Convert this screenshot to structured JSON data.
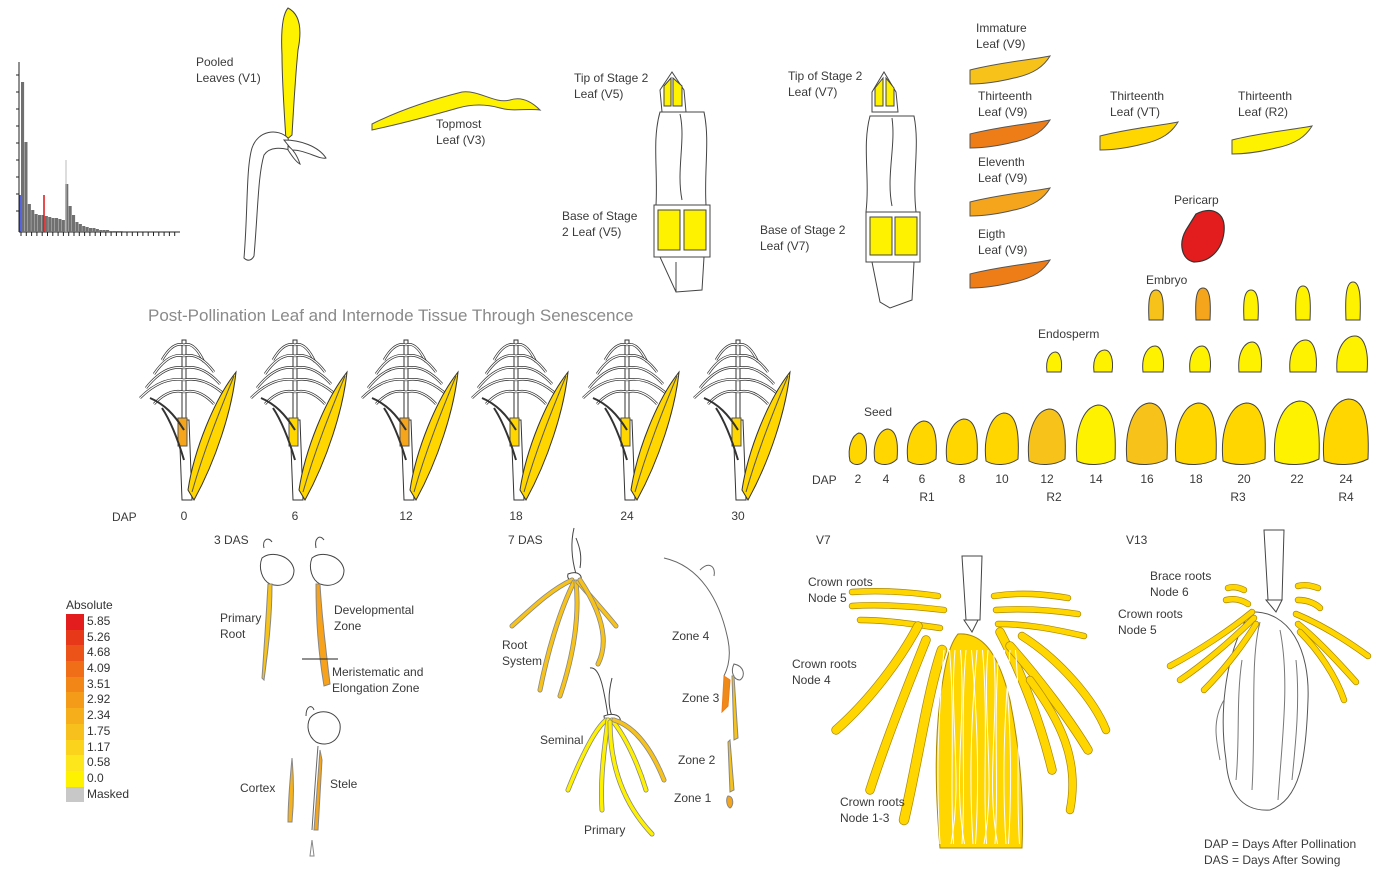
{
  "colors": {
    "outline": "#222222",
    "yellow": "#fff200",
    "yellow_orange": "#ffd600",
    "amber": "#f7c21a",
    "light_orange": "#f4a51c",
    "orange": "#ef7d17",
    "red": "#e31d1d",
    "masked": "#c8c8c8",
    "histogram_bar": "#707070",
    "hist_blue": "#1a2fd6",
    "hist_red": "#e01010"
  },
  "title": "Post-Pollination Leaf and Internode Tissue Through Senescence",
  "legend": {
    "title": "Absolute",
    "items": [
      {
        "label": "5.85",
        "color": "#e31d1d"
      },
      {
        "label": "5.26",
        "color": "#e8381a"
      },
      {
        "label": "4.68",
        "color": "#ec5318"
      },
      {
        "label": "4.09",
        "color": "#ef6e17"
      },
      {
        "label": "3.51",
        "color": "#f28718"
      },
      {
        "label": "2.92",
        "color": "#f49c19"
      },
      {
        "label": "2.34",
        "color": "#f6ae1b"
      },
      {
        "label": "1.75",
        "color": "#f8c01c"
      },
      {
        "label": "1.17",
        "color": "#fbd31c"
      },
      {
        "label": "0.58",
        "color": "#fde71c"
      },
      {
        "label": "0.0",
        "color": "#fff200"
      },
      {
        "label": "Masked",
        "color": "#c8c8c8"
      }
    ]
  },
  "labels": {
    "pooled_leaves": "Pooled\nLeaves (V1)",
    "topmost_leaf": "Topmost\nLeaf (V3)",
    "tip_v5": "Tip of Stage 2\nLeaf (V5)",
    "base_v5": "Base of Stage\n2 Leaf (V5)",
    "tip_v7": "Tip of Stage 2\nLeaf (V7)",
    "base_v7": "Base of Stage 2\nLeaf (V7)",
    "immature_leaf": "Immature\nLeaf (V9)",
    "thirteenth_v9": "Thirteenth\nLeaf (V9)",
    "eleventh_v9": "Eleventh\nLeaf (V9)",
    "eighth_v9": "Eigth\nLeaf (V9)",
    "thirteenth_vt": "Thirteenth\nLeaf (VT)",
    "thirteenth_r2": "Thirteenth\nLeaf (R2)",
    "pericarp": "Pericarp",
    "embryo": "Embryo",
    "endosperm": "Endosperm",
    "seed": "Seed",
    "dap": "DAP",
    "das_3": "3 DAS",
    "das_7": "7 DAS",
    "v7": "V7",
    "v13": "V13",
    "primary_root": "Primary\nRoot",
    "developmental_zone": "Developmental\nZone",
    "meristematic": "Meristematic and\nElongation Zone",
    "cortex": "Cortex",
    "stele": "Stele",
    "root_system": "Root\nSystem",
    "seminal": "Seminal",
    "primary": "Primary",
    "zone4": "Zone 4",
    "zone3": "Zone 3",
    "zone2": "Zone 2",
    "zone1": "Zone 1",
    "crown_node5": "Crown roots\nNode 5",
    "crown_node4": "Crown roots\nNode 4",
    "crown_node13": "Crown roots\nNode 1-3",
    "brace_node6": "Brace roots\nNode 6",
    "crown_node5_v13": "Crown roots\nNode 5",
    "footnote_dap": "DAP = Days After Pollination",
    "footnote_das": "DAS = Days After Sowing"
  },
  "senescence_dap": [
    "0",
    "6",
    "12",
    "18",
    "24",
    "30"
  ],
  "seed_dap": [
    "2",
    "4",
    "6",
    "8",
    "10",
    "12",
    "14",
    "16",
    "18",
    "20",
    "22",
    "24"
  ],
  "seed_stages": [
    "R1",
    "R2",
    "R3",
    "R4"
  ]
}
